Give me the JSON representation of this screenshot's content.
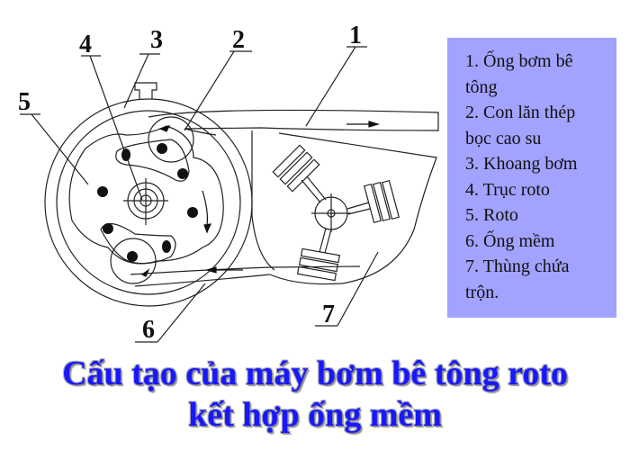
{
  "diagram": {
    "callouts": [
      {
        "id": "1",
        "label": "1"
      },
      {
        "id": "2",
        "label": "2"
      },
      {
        "id": "3",
        "label": "3"
      },
      {
        "id": "4",
        "label": "4"
      },
      {
        "id": "5",
        "label": "5"
      },
      {
        "id": "6",
        "label": "6"
      },
      {
        "id": "7",
        "label": "7"
      }
    ]
  },
  "legend": {
    "background": "#a2a2ff",
    "items": [
      {
        "number": "1",
        "text": "1. Ống bơm bê",
        "cont": "tông"
      },
      {
        "number": "2",
        "text": "2. Con lăn thép",
        "cont": "bọc cao su"
      },
      {
        "number": "3",
        "text": "3. Khoang bơm"
      },
      {
        "number": "4",
        "text": "4. Trục roto"
      },
      {
        "number": "5",
        "text": "5. Roto"
      },
      {
        "number": "6",
        "text": "6. Ống mềm"
      },
      {
        "number": "7",
        "text": "7. Thùng chứa",
        "cont": "trộn."
      }
    ]
  },
  "title": {
    "line1": "Cấu tạo của máy bơm bê tông roto",
    "line2": "kết hợp ống mềm",
    "color": "#1818ff"
  }
}
